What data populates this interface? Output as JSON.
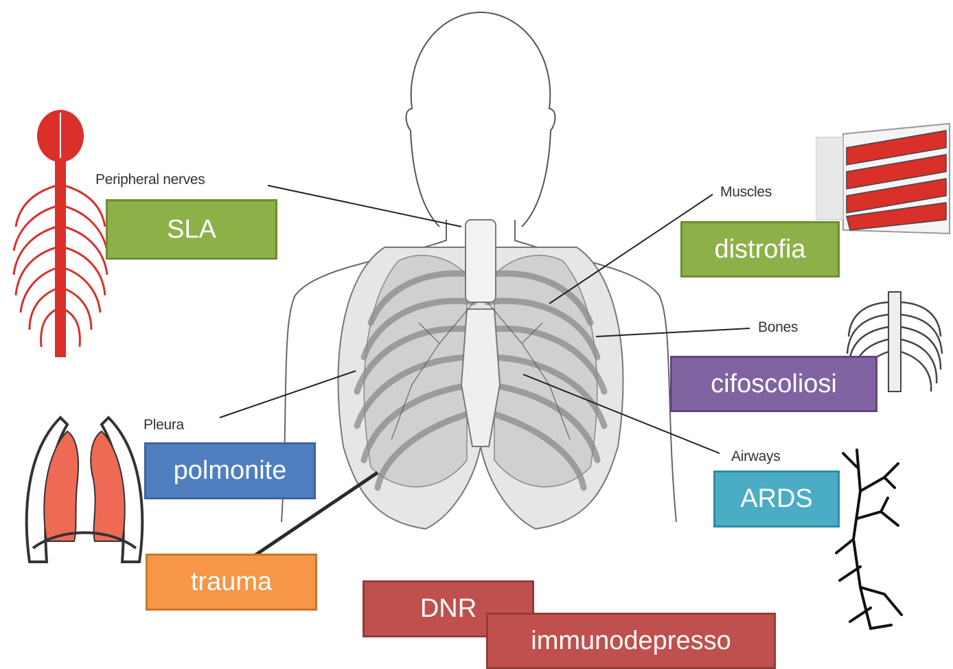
{
  "labels": {
    "peripheral_nerves": "Peripheral nerves",
    "muscles": "Muscles",
    "bones": "Bones",
    "pleura": "Pleura",
    "airways": "Airways"
  },
  "boxes": {
    "sla": "SLA",
    "distrofia": "distrofia",
    "cifoscoliosi": "cifoscoliosi",
    "polmonite": "polmonite",
    "ards": "ARDS",
    "trauma": "trauma",
    "dnr": "DNR",
    "immunodepresso": "immunodepresso"
  },
  "colors": {
    "green": "#8db048",
    "purple": "#8063a1",
    "blue": "#4f7fbf",
    "teal": "#4bacc6",
    "orange": "#f79646",
    "red": "#c0504d",
    "anatomy_red": "#d9302a",
    "lung_fill": "#ee6a55"
  }
}
